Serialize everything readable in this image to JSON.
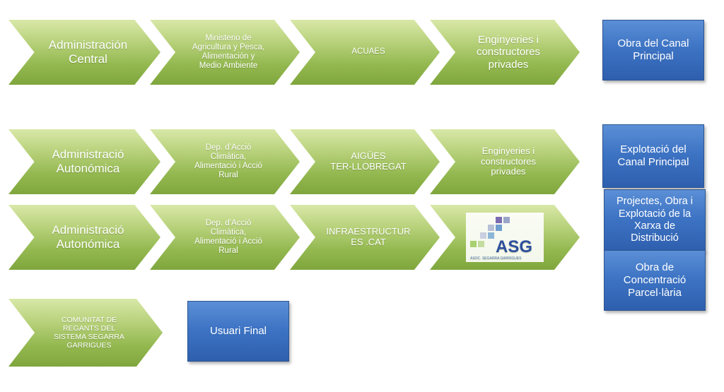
{
  "rows": [
    {
      "steps": [
        "Administración\nCentral",
        "Ministerio de\nAgricultura y Pesca,\nAlimentación y\nMedio Ambiente",
        "ACUAES",
        "Enginyeries i\nconstructores\nprivades"
      ],
      "result": "Obra del Canal\nPrincipal"
    },
    {
      "steps": [
        "Administració\nAutonómica",
        "Dep. d’Acció\nClimàtica,\nAlimentació i Acció\nRural",
        "AIGÜES\nTER-LLOBREGAT",
        "Enginyeries i\nconstructores\nprivades"
      ],
      "result": "Explotació del\nCanal Principal"
    },
    {
      "steps": [
        "Administració\nAutonómica",
        "Dep. d’Acció\nClimàtica,\nAlimentació i Acció\nRural",
        "INFRAESTRUCTUR\nES .CAT",
        ""
      ],
      "results": [
        "Projectes, Obra i\nExplotació de la\nXarxa de\nDistribució",
        "Obra de\nConcentració\nParcel·lària"
      ],
      "logo": {
        "text": "ASG",
        "subtitle": "ASOC. SEGARRA GARRIGUES"
      }
    },
    {
      "steps": [
        "COMUNITAT DE\nREGANTS DEL\nSISTEMA SEGARRA\nGARRIGUES"
      ],
      "result": "Usuari Final"
    }
  ],
  "colors": {
    "chevron": "#9dbf5c",
    "box": "#3e74c4",
    "logo_text": "#2e4f9e"
  }
}
